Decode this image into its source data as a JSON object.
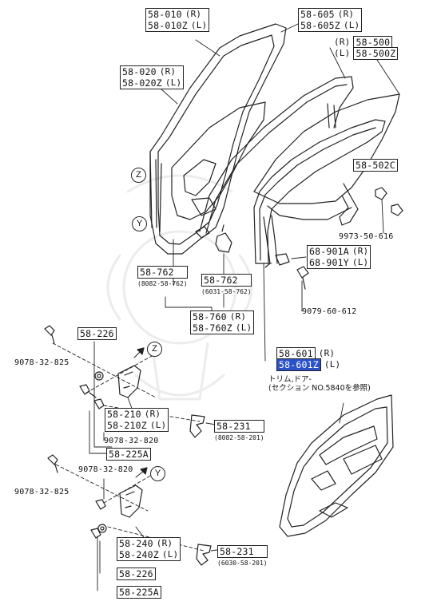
{
  "parts": {
    "p58_010": {
      "r": "58-010",
      "l": "58-010Z",
      "rs": "(R)",
      "ls": "(L)"
    },
    "p58_020": {
      "r": "58-020",
      "l": "58-020Z",
      "rs": "(R)",
      "ls": "(L)"
    },
    "p58_605": {
      "r": "58-605",
      "l": "58-605Z",
      "rs": "(R)",
      "ls": "(L)"
    },
    "p58_500": {
      "r": "58-500",
      "l": "58-500Z",
      "rs": "(R)",
      "ls": "(L)"
    },
    "p58_502c": "58-502C",
    "p9973": "9973-50-616",
    "p68_901": {
      "r": "68-901A",
      "l": "68-901Y",
      "rs": "(R)",
      "ls": "(L)"
    },
    "p9079": "9079-60-612",
    "p58_762a": {
      "num": "58-762",
      "sub": "(8082-58-762)"
    },
    "p58_762b": {
      "num": "58-762",
      "sub": "(6031-58-762)"
    },
    "p58_760": {
      "r": "58-760",
      "l": "58-760Z",
      "rs": "(R)",
      "ls": "(L)"
    },
    "p58_226a": "58-226",
    "p9078a": "9078-32-825",
    "p58_601": {
      "r": "58-601",
      "l": "58-601Z",
      "rs": "(R)",
      "ls": "(L)"
    },
    "p58_210": {
      "r": "58-210",
      "l": "58-210Z",
      "rs": "(R)",
      "ls": "(L)"
    },
    "p58_231a": {
      "num": "58-231",
      "sub": "(8082-58-201)"
    },
    "p9078_820a": "9078-32-820",
    "p58_225a": "58-225A",
    "p9078_820b": "9078-32-820",
    "p9078b": "9078-32-825",
    "p58_240": {
      "r": "58-240",
      "l": "58-240Z",
      "rs": "(R)",
      "ls": "(L)"
    },
    "p58_231b": {
      "num": "58-231",
      "sub": "(6030-58-201)"
    },
    "p58_226b": "58-226",
    "p58_225b": "58-225A"
  },
  "trim_note": {
    "line1": "トリム,ドア-",
    "line2": "(セクション NO.5840を参照)"
  },
  "markers": {
    "z": "Z",
    "y": "Y"
  },
  "colors": {
    "highlight": "#2c52c9",
    "line": "#222222"
  }
}
